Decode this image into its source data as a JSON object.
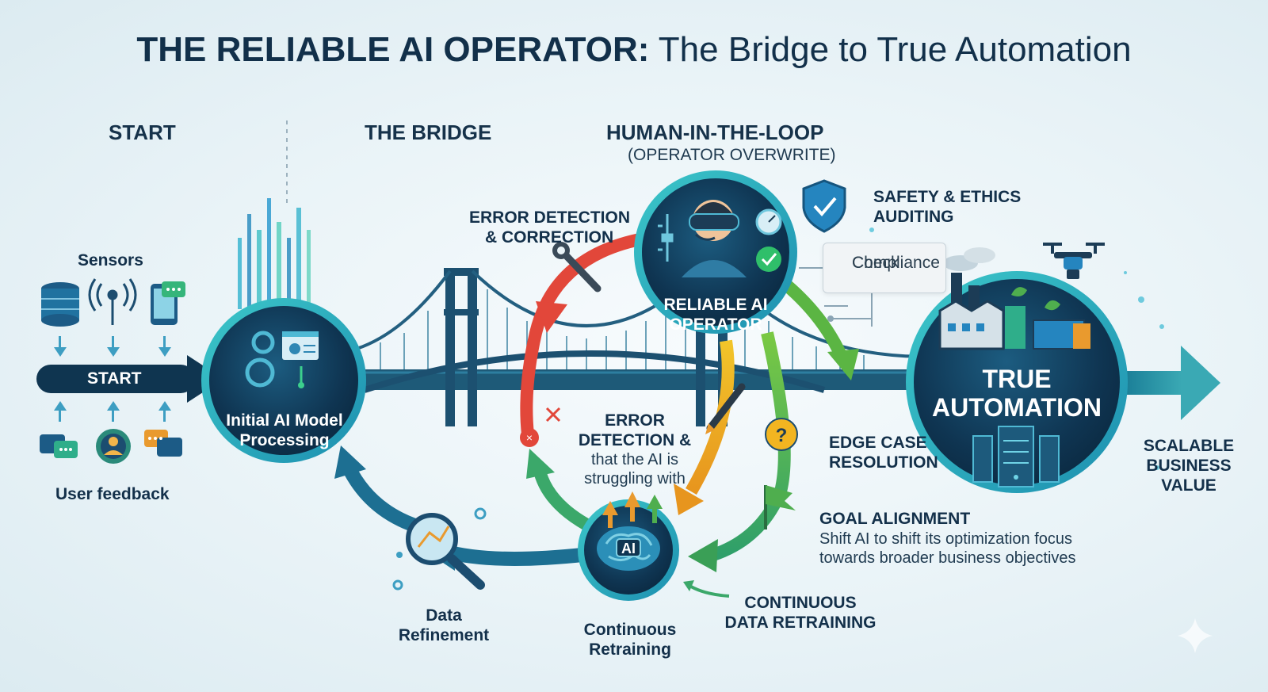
{
  "title": {
    "bold": "THE RELIABLE AI OPERATOR:",
    "light": " The Bridge to True Automation"
  },
  "headers": {
    "start": "START",
    "bridge": "THE BRIDGE",
    "hitl": "HUMAN-IN-THE-LOOP",
    "hitl_sub": "(OPERATOR OVERWRITE)"
  },
  "inputs": {
    "sensors": "Sensors",
    "start_arrow": "START",
    "user_feedback": "User feedback"
  },
  "nodes": {
    "initial_model": [
      "Initial AI Model",
      "Processing"
    ],
    "operator": [
      "RELIABLE AI",
      "OPERATOR"
    ],
    "true_automation": [
      "TRUE",
      "AUTOMATION"
    ],
    "ai_badge": "AI"
  },
  "labels": {
    "error_top": [
      "ERROR DETECTION",
      "& CORRECTION"
    ],
    "safety": [
      "SAFETY & ETHICS",
      "AUDITING"
    ],
    "compliance": [
      "Compliance",
      "Check"
    ],
    "error_mid_bold": [
      "ERROR",
      "DETECTION &"
    ],
    "error_mid_light": [
      "that the AI is",
      "struggling with"
    ],
    "edge_case": [
      "EDGE CASE",
      "RESOLUTION"
    ],
    "goal_title": "GOAL ALIGNMENT",
    "goal_desc": [
      "Shift AI to shift its optimization focus",
      "towards broader business objectives"
    ],
    "continuous_data": [
      "CONTINUOUS",
      "DATA RETRAINING"
    ],
    "continuous_retraining": [
      "Continuous",
      "Retraining"
    ],
    "data_refinement": [
      "Data",
      "Refinement"
    ],
    "scalable": [
      "SCALABLE",
      "BUSINESS",
      "VALUE"
    ]
  },
  "colors": {
    "navy": "#0f3550",
    "teal": "#1f8a9e",
    "bridge": "#1e5a78",
    "red_arrow": "#e2473a",
    "yellow_arrow": "#f2b521",
    "green_arrow": "#5bb543",
    "accent_green": "#2fbf6a"
  },
  "icons": [
    "database-icon",
    "antenna-icon",
    "phone-chat-icon",
    "chat-icon",
    "user-gear-icon",
    "message-icon",
    "gear-icon",
    "code-window-icon",
    "wrench-icon",
    "x-mark-icon",
    "shield-check-icon",
    "question-icon",
    "flag-icon",
    "pen-icon",
    "brain-icon",
    "magnifier-icon",
    "factory-icon",
    "drone-icon",
    "server-icon",
    "sparkle-icon"
  ]
}
